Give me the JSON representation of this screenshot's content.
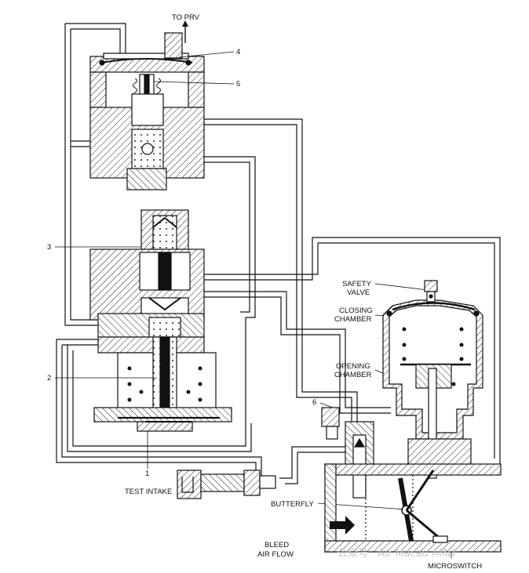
{
  "labels": {
    "to_prv": "TO PRV",
    "num_4": "4",
    "num_5": "5",
    "num_3": "3",
    "num_2": "2",
    "num_1": "1",
    "num_6": "6",
    "test_intake": "TEST INTAKE",
    "safety_valve_l1": "SAFETY",
    "safety_valve_l2": "VALVE",
    "closing_chamber_l1": "CLOSING",
    "closing_chamber_l2": "CHAMBER",
    "opening_chamber_l1": "OPENING",
    "opening_chamber_l2": "CHAMBER",
    "butterfly": "BUTTERFLY",
    "bleed_air_flow_l1": "BLEED",
    "bleed_air_flow_l2": "AIR FLOW",
    "microswitch": "MICROSWITCH"
  },
  "watermark": "公众号 · Air Macau AMD",
  "colors": {
    "line": "#111111",
    "background": "#ffffff",
    "watermark": "#c8c8c8"
  }
}
